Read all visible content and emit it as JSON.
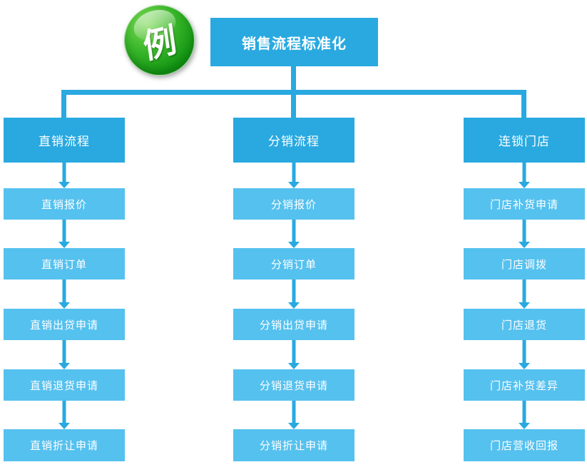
{
  "badge": {
    "label": "例"
  },
  "root": {
    "title": "销售流程标准化"
  },
  "colors": {
    "primary_blue": "#29a9e0",
    "light_blue": "#55c1ef",
    "badge_green": "#1ea31e",
    "text": "#ffffff",
    "background": "#ffffff"
  },
  "columns": [
    {
      "header": "直销流程",
      "items": [
        "直销报价",
        "直销订单",
        "直销出贷申请",
        "直销退货申请",
        "直销折让申请"
      ]
    },
    {
      "header": "分销流程",
      "items": [
        "分销报价",
        "分销订单",
        "分销出贷申请",
        "分销退货申请",
        "分销折让申请"
      ]
    },
    {
      "header": "连锁门店",
      "items": [
        "门店补货申请",
        "门店调拨",
        "门店退货",
        "门店补货差异",
        "门店营收回报"
      ]
    }
  ]
}
